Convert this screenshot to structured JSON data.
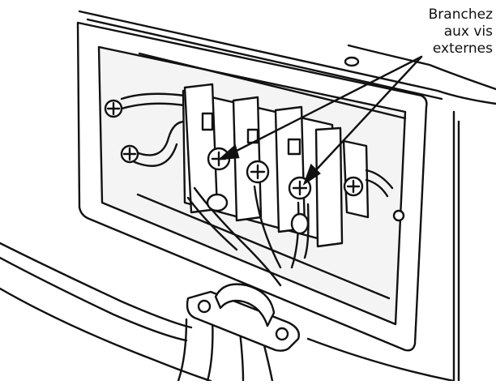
{
  "callout": {
    "lines": [
      "Branchez",
      "aux vis",
      "externes"
    ]
  },
  "colors": {
    "line": "#111111",
    "background": "#ffffff",
    "panel_fill": "#f4f4f4",
    "plate_fill": "#ffffff",
    "block_fill": "#ffffff"
  },
  "icons": [
    "ground-screw-icon",
    "terminal-screw-icon",
    "mounting-screw-icon",
    "arrow-icon"
  ]
}
